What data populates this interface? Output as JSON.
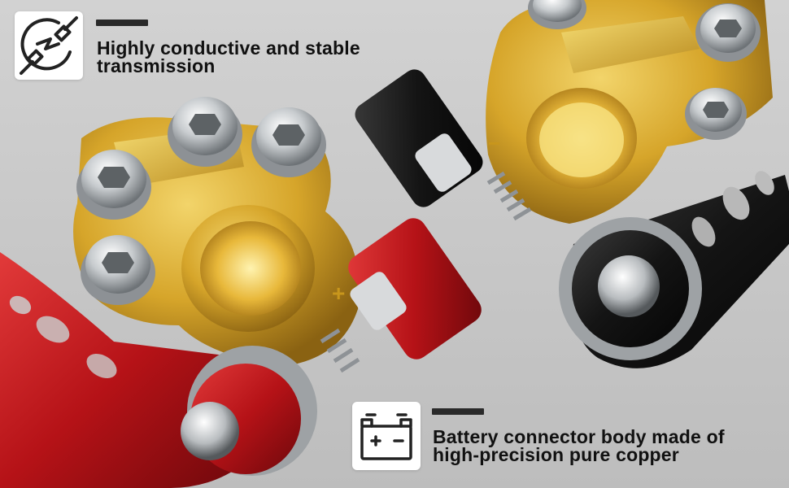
{
  "features": [
    {
      "icon": "lightning-plug-icon",
      "line1": "Highly conductive and stable",
      "line2": "transmission"
    },
    {
      "icon": "battery-icon",
      "line1": "Battery connector body made of",
      "line2": "high-precision pure copper"
    }
  ],
  "colors": {
    "background": "#c9c9c9",
    "brass": "#d6a52a",
    "steel": "#bfc3c6",
    "positive_red": "#c4161c",
    "negative_black": "#151515",
    "text": "#111111"
  }
}
